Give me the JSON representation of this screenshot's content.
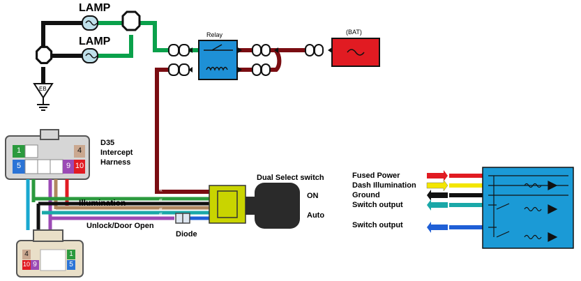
{
  "labels": {
    "lamp_top": "LAMP",
    "lamp_bottom": "LAMP",
    "relay": "Relay",
    "bat": "(BAT)",
    "ground": "EB",
    "harness_line1": "D35",
    "harness_line2": "Intercept",
    "harness_line3": "Harness",
    "illumination": "Illumination",
    "unlock": "Unlock/Door Open",
    "diode": "Diode",
    "dual_switch": "Dual Select switch",
    "on": "ON",
    "auto": "Auto"
  },
  "legend": {
    "fused_power": "Fused Power",
    "dash_illumination": "Dash Illumination",
    "ground": "Ground",
    "switch_output_1": "Switch output",
    "switch_output_2": "Switch output"
  },
  "connector_top_pins": {
    "p1": "1",
    "p4": "4",
    "p5": "5",
    "p9": "9",
    "p10": "10"
  },
  "connector_bottom_pins": {
    "p4": "4",
    "p1": "1",
    "p10": "10",
    "p9": "9",
    "p5": "5"
  },
  "colors": {
    "black": "#111111",
    "green": "#0aa14b",
    "maroon": "#7a0d12",
    "relay_blue": "#1e90d6",
    "bat_red": "#e11b22",
    "switch_panel": "#1b9ad6",
    "switch_yellow": "#c9d400",
    "brown": "#b08860",
    "purple": "#8a40a8",
    "teal": "#1aa8a8",
    "blue": "#1f5fd6",
    "yellow": "#f3e600",
    "red": "#e11b22"
  }
}
